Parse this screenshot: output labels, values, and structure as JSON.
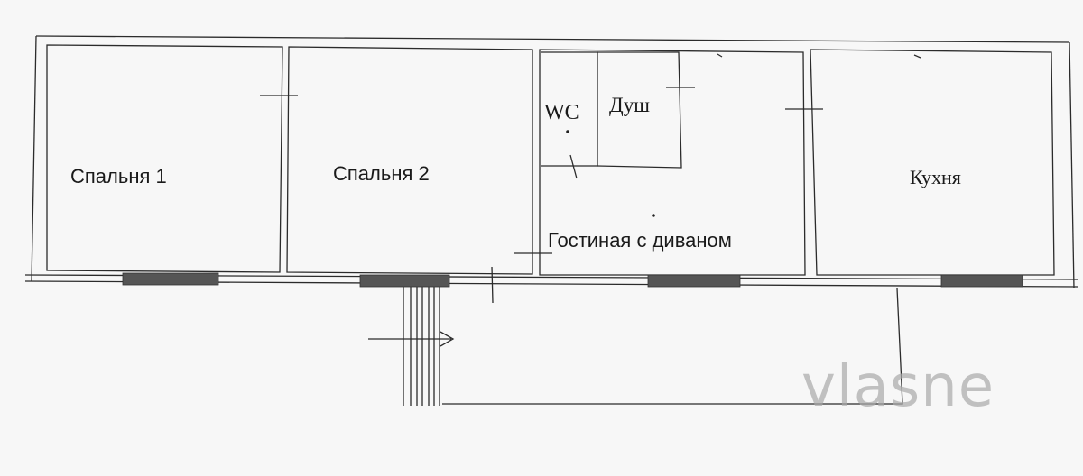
{
  "rooms": {
    "bedroom1": "Спальня 1",
    "bedroom2": "Спальня 2",
    "wc": "WC",
    "shower": "Душ",
    "living": "Гостиная с диваном",
    "kitchen": "Кухня"
  },
  "watermark": "vlasne"
}
